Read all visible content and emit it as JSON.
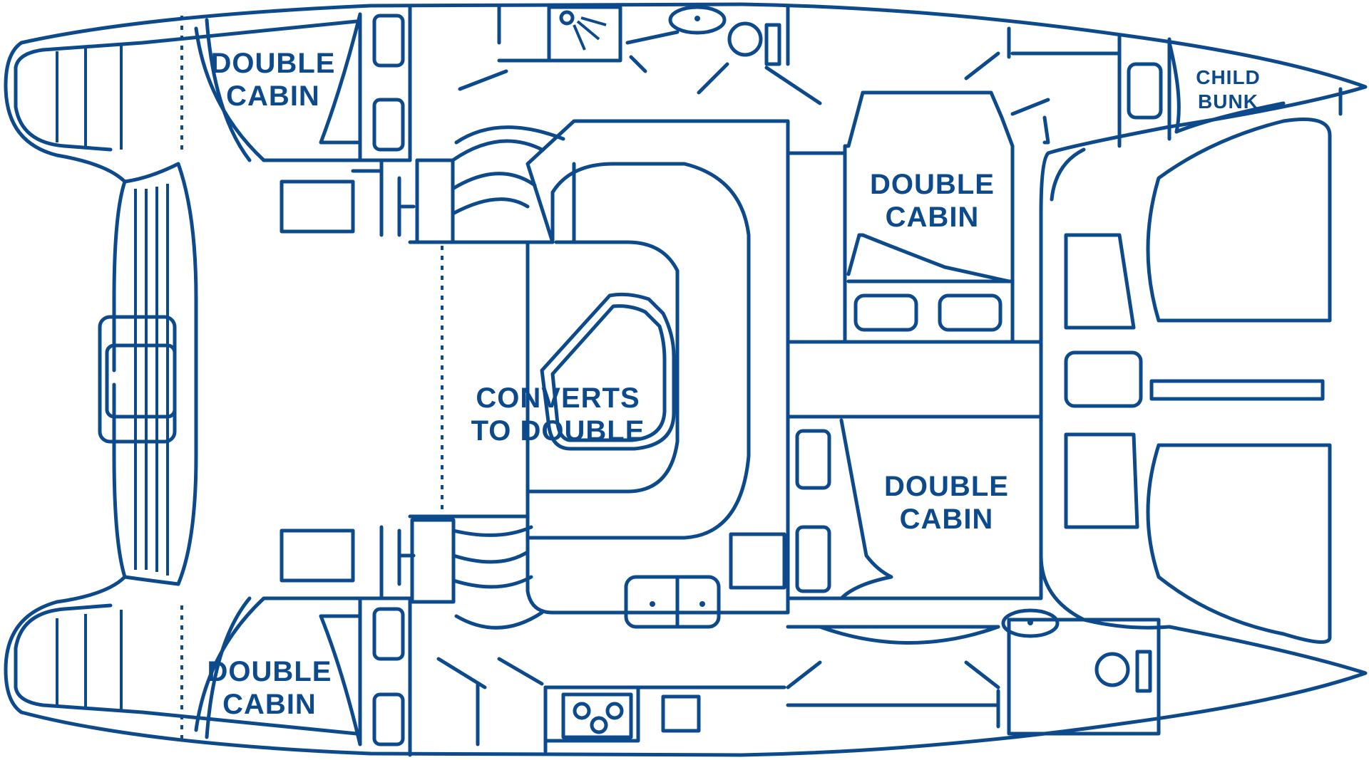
{
  "diagram": {
    "colors": {
      "line": "#0d4a8c",
      "background": "#ffffff"
    },
    "labels": {
      "top_left_cabin": [
        "DOUBLE",
        "CABIN"
      ],
      "bottom_left_cabin": [
        "DOUBLE",
        "CABIN"
      ],
      "upper_right_cabin": [
        "DOUBLE",
        "CABIN"
      ],
      "lower_right_cabin": [
        "DOUBLE",
        "CABIN"
      ],
      "child_bunk": [
        "CHILD",
        "BUNK"
      ],
      "saloon": [
        "CONVERTS",
        "TO DOUBLE"
      ]
    }
  }
}
